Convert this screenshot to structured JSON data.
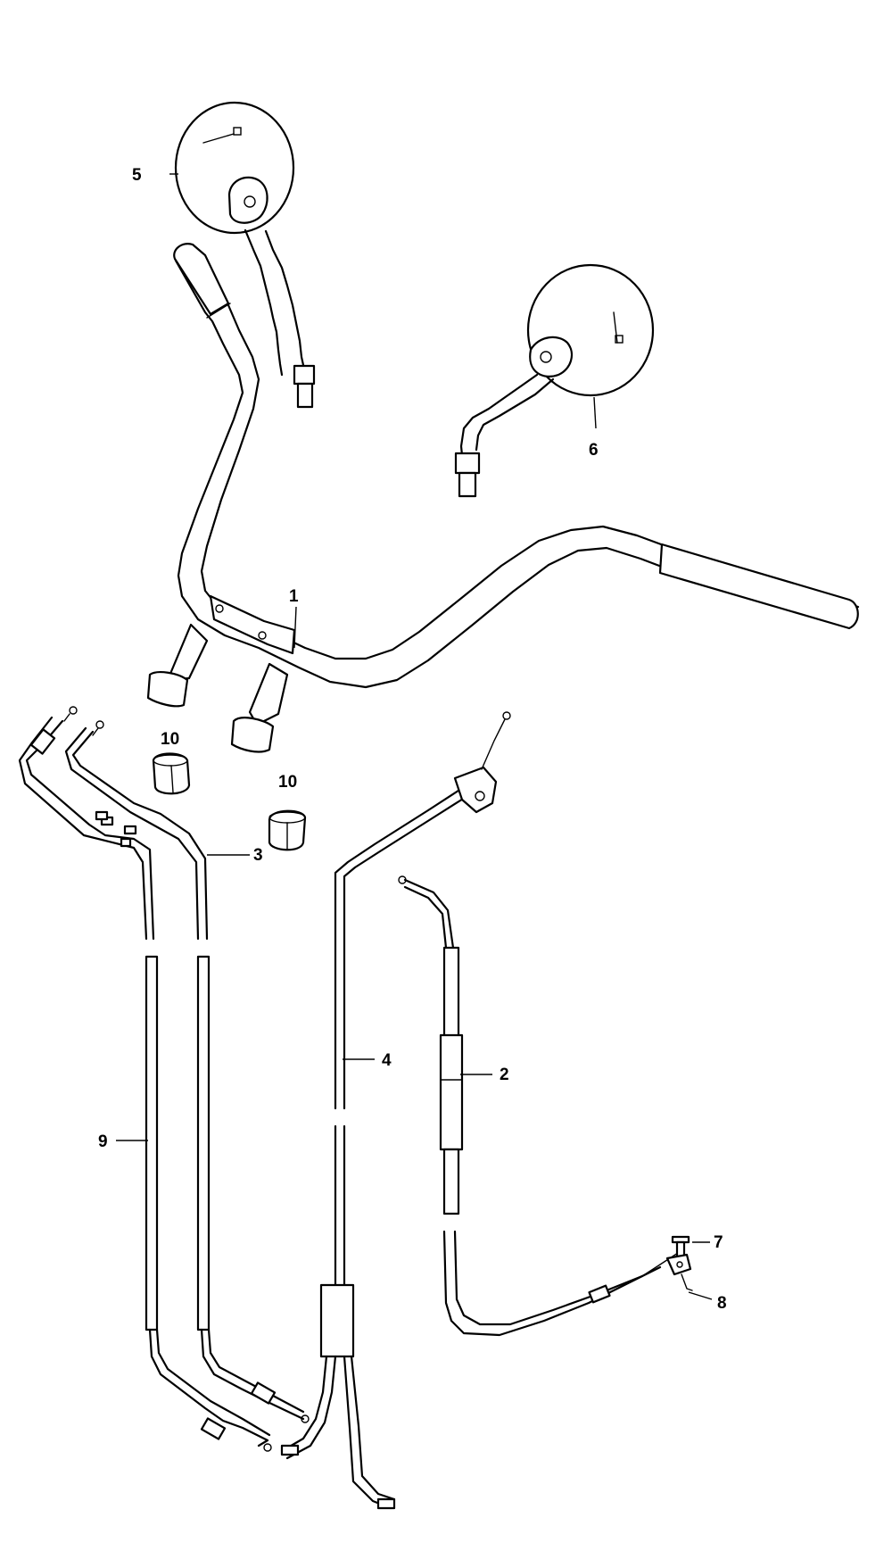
{
  "callouts": {
    "c1": "1",
    "c2": "2",
    "c3": "3",
    "c4": "4",
    "c5": "5",
    "c6": "6",
    "c7": "7",
    "c8": "8",
    "c9": "9",
    "c10a": "10",
    "c10b": "10"
  },
  "colors": {
    "line": "#000000",
    "background": "#ffffff"
  }
}
